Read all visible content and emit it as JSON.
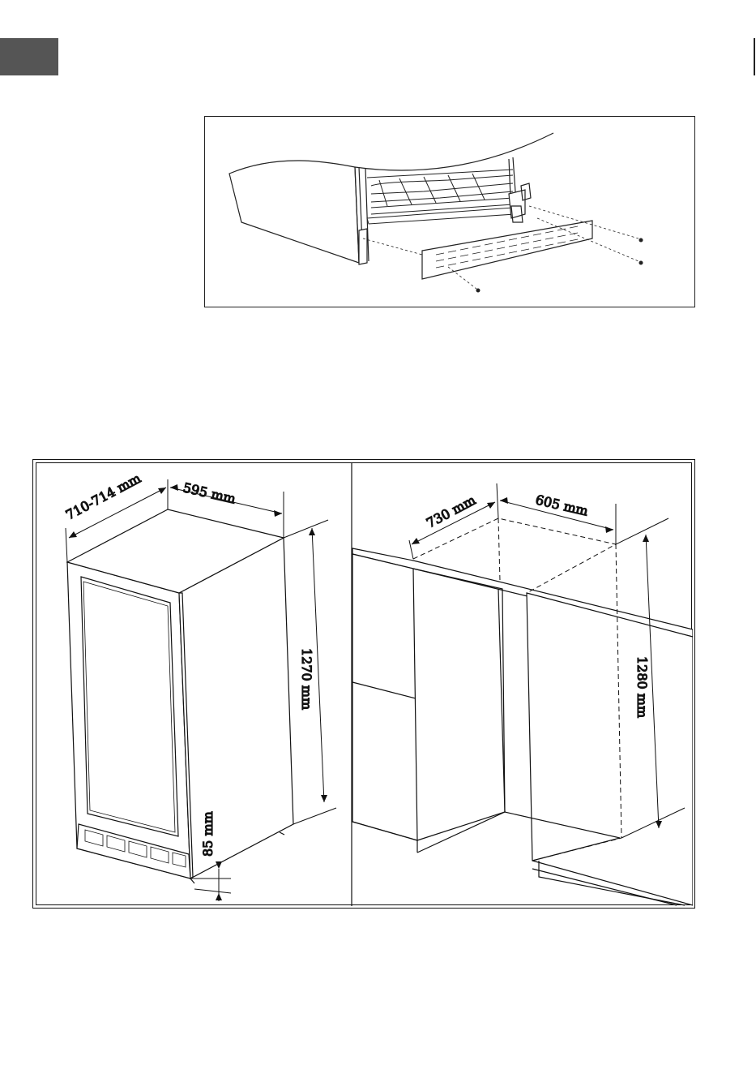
{
  "header": {
    "tab_color": "#555555"
  },
  "figure_kickplate": {
    "caption": "",
    "parts": [
      "cabinet-side",
      "wine-shelves",
      "ventilation-grille",
      "screw",
      "screw",
      "screw"
    ]
  },
  "figure_dimensions": {
    "appliance": {
      "depth_label": "710-714 mm",
      "width_label": "595 mm",
      "height_label": "1270 mm",
      "plinth_label": "85 mm"
    },
    "niche": {
      "depth_label": "730 mm",
      "width_label": "605 mm",
      "height_label": "1280 mm"
    }
  }
}
